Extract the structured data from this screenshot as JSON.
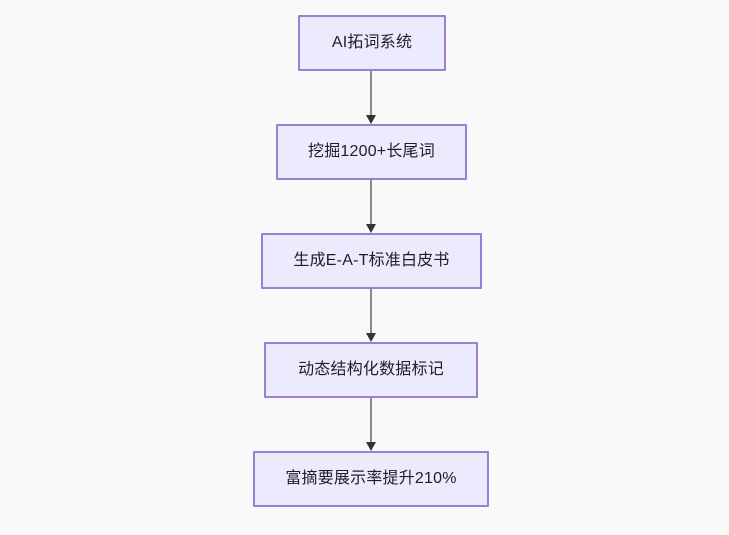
{
  "diagram": {
    "type": "flowchart",
    "orientation": "top-to-bottom",
    "background_color": "#f9f9f9",
    "node_fill_color": "#eceafd",
    "node_border_color": "#9b7fd4",
    "node_text_color": "#1f1f23",
    "connector_color": "#8a8a8a",
    "arrowhead_color": "#333333",
    "nodes": [
      {
        "id": "n0",
        "label": "AI拓词系统"
      },
      {
        "id": "n1",
        "label": "挖掘1200+长尾词"
      },
      {
        "id": "n2",
        "label": "生成E-A-T标准白皮书"
      },
      {
        "id": "n3",
        "label": "动态结构化数据标记"
      },
      {
        "id": "n4",
        "label": "富摘要展示率提升210%"
      }
    ],
    "edges": [
      {
        "from": "n0",
        "to": "n1",
        "label": ""
      },
      {
        "from": "n1",
        "to": "n2",
        "label": ""
      },
      {
        "from": "n2",
        "to": "n3",
        "label": ""
      },
      {
        "from": "n3",
        "to": "n4",
        "label": ""
      }
    ]
  }
}
